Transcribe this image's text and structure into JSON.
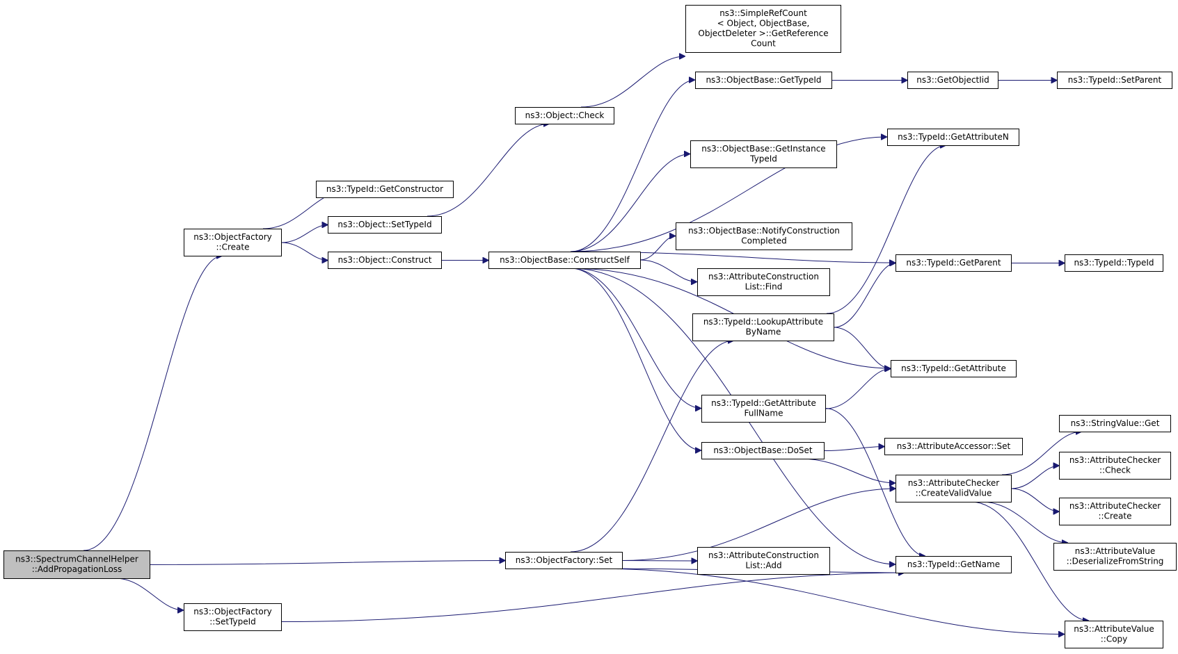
{
  "diagram": {
    "colors": {
      "edge": "#191970",
      "root_fill": "#bfbfbf",
      "node_fill": "#ffffff",
      "border": "#000000"
    },
    "nodes": [
      {
        "id": "spectrum_add",
        "lines": [
          "ns3::SpectrumChannelHelper",
          "::AddPropagationLoss"
        ],
        "root": true
      },
      {
        "id": "of_create",
        "lines": [
          "ns3::ObjectFactory",
          "::Create"
        ]
      },
      {
        "id": "of_settypeid",
        "lines": [
          "ns3::ObjectFactory",
          "::SetTypeId"
        ]
      },
      {
        "id": "of_set",
        "lines": [
          "ns3::ObjectFactory::Set"
        ]
      },
      {
        "id": "tid_getconstructor",
        "lines": [
          "ns3::TypeId::GetConstructor"
        ]
      },
      {
        "id": "obj_settypeid",
        "lines": [
          "ns3::Object::SetTypeId"
        ]
      },
      {
        "id": "obj_construct",
        "lines": [
          "ns3::Object::Construct"
        ]
      },
      {
        "id": "obj_check",
        "lines": [
          "ns3::Object::Check"
        ]
      },
      {
        "id": "ob_constructself",
        "lines": [
          "ns3::ObjectBase::ConstructSelf"
        ]
      },
      {
        "id": "src_getrefcount",
        "lines": [
          "ns3::SimpleRefCount",
          "< Object, ObjectBase,",
          " ObjectDeleter >::GetReference",
          "Count"
        ]
      },
      {
        "id": "ob_gettypeid",
        "lines": [
          "ns3::ObjectBase::GetTypeId"
        ]
      },
      {
        "id": "ob_getinstancetypeid",
        "lines": [
          "ns3::ObjectBase::GetInstance",
          "TypeId"
        ]
      },
      {
        "id": "ob_notify",
        "lines": [
          "ns3::ObjectBase::NotifyConstruction",
          "Completed"
        ]
      },
      {
        "id": "acl_find",
        "lines": [
          "ns3::AttributeConstruction",
          "List::Find"
        ]
      },
      {
        "id": "tid_lookup",
        "lines": [
          "ns3::TypeId::LookupAttribute",
          "ByName"
        ]
      },
      {
        "id": "tid_getattrfullname",
        "lines": [
          "ns3::TypeId::GetAttribute",
          "FullName"
        ]
      },
      {
        "id": "ob_doset",
        "lines": [
          "ns3::ObjectBase::DoSet"
        ]
      },
      {
        "id": "acl_add",
        "lines": [
          "ns3::AttributeConstruction",
          "List::Add"
        ]
      },
      {
        "id": "getobjectiid",
        "lines": [
          "ns3::GetObjectIid"
        ]
      },
      {
        "id": "tid_getattributen",
        "lines": [
          "ns3::TypeId::GetAttributeN"
        ]
      },
      {
        "id": "tid_getparent",
        "lines": [
          "ns3::TypeId::GetParent"
        ]
      },
      {
        "id": "tid_getattribute",
        "lines": [
          "ns3::TypeId::GetAttribute"
        ]
      },
      {
        "id": "accessor_set",
        "lines": [
          "ns3::AttributeAccessor::Set"
        ]
      },
      {
        "id": "checker_createvalid",
        "lines": [
          "ns3::AttributeChecker",
          "::CreateValidValue"
        ]
      },
      {
        "id": "tid_getname",
        "lines": [
          "ns3::TypeId::GetName"
        ]
      },
      {
        "id": "tid_setparent",
        "lines": [
          "ns3::TypeId::SetParent"
        ]
      },
      {
        "id": "tid_typeid",
        "lines": [
          "ns3::TypeId::TypeId"
        ]
      },
      {
        "id": "stringvalue_get",
        "lines": [
          "ns3::StringValue::Get"
        ]
      },
      {
        "id": "checker_check",
        "lines": [
          "ns3::AttributeChecker",
          "::Check"
        ]
      },
      {
        "id": "checker_create",
        "lines": [
          "ns3::AttributeChecker",
          "::Create"
        ]
      },
      {
        "id": "av_deserialize",
        "lines": [
          "ns3::AttributeValue",
          "::DeserializeFromString"
        ]
      },
      {
        "id": "av_copy",
        "lines": [
          "ns3::AttributeValue",
          "::Copy"
        ]
      }
    ],
    "edges": [
      [
        "spectrum_add",
        "of_create"
      ],
      [
        "spectrum_add",
        "of_set"
      ],
      [
        "spectrum_add",
        "of_settypeid"
      ],
      [
        "of_create",
        "tid_getconstructor"
      ],
      [
        "of_create",
        "obj_settypeid"
      ],
      [
        "of_create",
        "obj_construct"
      ],
      [
        "obj_settypeid",
        "obj_check"
      ],
      [
        "obj_check",
        "src_getrefcount"
      ],
      [
        "obj_construct",
        "ob_constructself"
      ],
      [
        "ob_constructself",
        "ob_gettypeid"
      ],
      [
        "ob_constructself",
        "tid_getattributen"
      ],
      [
        "ob_constructself",
        "ob_getinstancetypeid"
      ],
      [
        "ob_constructself",
        "tid_getparent"
      ],
      [
        "ob_constructself",
        "ob_notify"
      ],
      [
        "ob_constructself",
        "acl_find"
      ],
      [
        "ob_constructself",
        "tid_getattribute"
      ],
      [
        "ob_constructself",
        "tid_getattrfullname"
      ],
      [
        "ob_constructself",
        "ob_doset"
      ],
      [
        "ob_constructself",
        "tid_getname"
      ],
      [
        "ob_gettypeid",
        "getobjectiid"
      ],
      [
        "getobjectiid",
        "tid_setparent"
      ],
      [
        "tid_getparent",
        "tid_typeid"
      ],
      [
        "tid_lookup",
        "tid_getattributen"
      ],
      [
        "tid_lookup",
        "tid_getparent"
      ],
      [
        "tid_lookup",
        "tid_getattribute"
      ],
      [
        "tid_getattrfullname",
        "tid_getattribute"
      ],
      [
        "tid_getattrfullname",
        "tid_getname"
      ],
      [
        "ob_doset",
        "accessor_set"
      ],
      [
        "ob_doset",
        "checker_createvalid"
      ],
      [
        "checker_createvalid",
        "stringvalue_get"
      ],
      [
        "checker_createvalid",
        "checker_check"
      ],
      [
        "checker_createvalid",
        "checker_create"
      ],
      [
        "checker_createvalid",
        "av_deserialize"
      ],
      [
        "checker_createvalid",
        "av_copy"
      ],
      [
        "of_set",
        "tid_lookup"
      ],
      [
        "of_set",
        "checker_createvalid"
      ],
      [
        "of_set",
        "acl_add"
      ],
      [
        "of_set",
        "tid_getname"
      ],
      [
        "of_set",
        "av_copy"
      ],
      [
        "of_settypeid",
        "tid_getname"
      ]
    ]
  }
}
